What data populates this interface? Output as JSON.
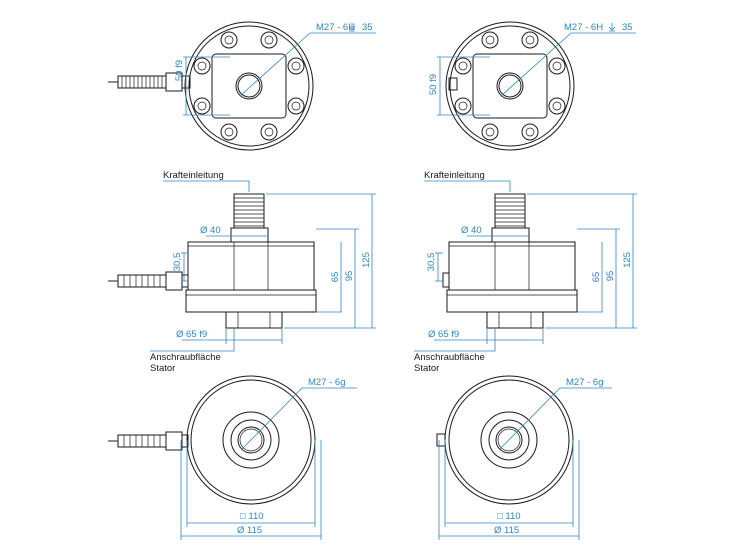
{
  "colors": {
    "dimension": "#2f86c6",
    "outline": "#1a1a1a",
    "background": "#ffffff"
  },
  "views": {
    "top_left": {
      "thread_label": "M27 - 6H",
      "depth_label": "35",
      "pitch_dia_label": "50 f9"
    },
    "top_right": {
      "thread_label": "M27 - 6H",
      "depth_label": "35",
      "pitch_dia_label": "50 f9"
    },
    "side_left": {
      "force_label": "Krafteinleitung",
      "dia_top_label": "40",
      "height_cable_label": "30,5",
      "height_65": "65",
      "height_95": "95",
      "height_125": "125",
      "dia_bottom_label": "65 f9",
      "mount_label_line1": "Anschraubfläche",
      "mount_label_line2": "Stator"
    },
    "side_right": {
      "force_label": "Krafteinleitung",
      "dia_top_label": "40",
      "height_cable_label": "30,5",
      "height_65": "65",
      "height_95": "95",
      "height_125": "125",
      "dia_bottom_label": "65 f9",
      "mount_label_line1": "Anschraubfläche",
      "mount_label_line2": "Stator"
    },
    "bottom_left": {
      "thread_label": "M27 - 6g",
      "square_label": "110",
      "dia_label": "115"
    },
    "bottom_right": {
      "thread_label": "M27 - 6g",
      "square_label": "110",
      "dia_label": "115"
    }
  },
  "symbols": {
    "diameter": "Ø",
    "square": "□",
    "depth": "↧"
  }
}
